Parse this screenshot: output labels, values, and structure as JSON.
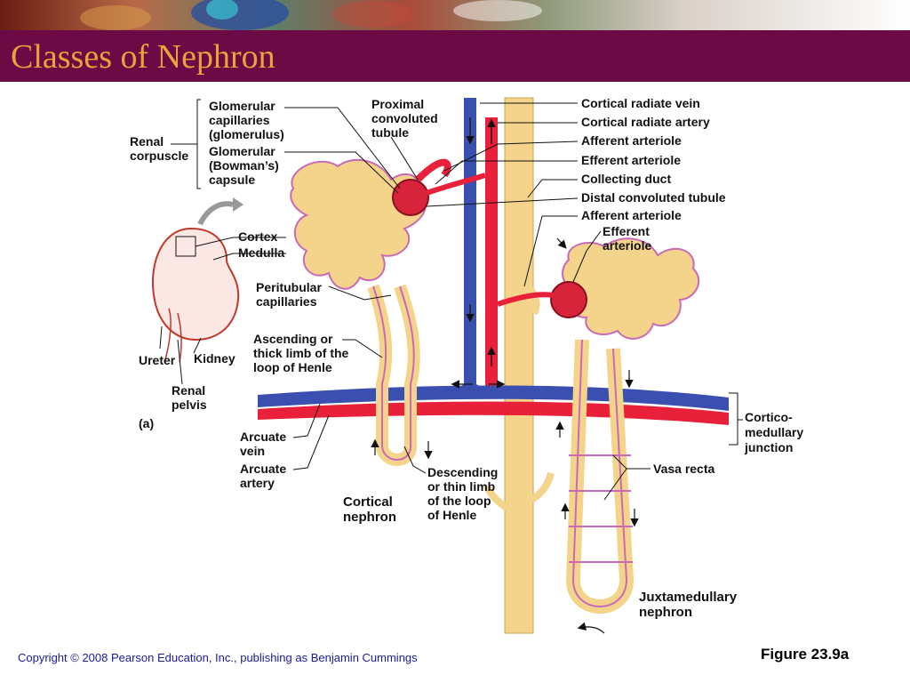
{
  "slide": {
    "title": "Classes of Nephron",
    "copyright": "Copyright © 2008 Pearson Education, Inc., publishing as Benjamin Cummings",
    "figure_ref": "Figure 23.9a"
  },
  "colors": {
    "title_bar": "#6b0a45",
    "title_text": "#e8a33a",
    "artery": "#e8203a",
    "vein": "#3b4fb0",
    "tubule": "#f3d48a",
    "capillary": "#c86ab8"
  },
  "diagram": {
    "panel_label": "(a)",
    "kidney": {
      "renal_corpuscle": "Renal\ncorpuscle",
      "glomerular_capillaries": "Glomerular\ncapillaries\n(glomerulus)",
      "glomerular_capsule": "Glomerular\n(Bowman’s)\ncapsule",
      "cortex": "Cortex",
      "medulla": "Medulla",
      "ureter": "Ureter",
      "kidney": "Kidney",
      "renal_pelvis": "Renal\npelvis"
    },
    "labels": {
      "proximal_tubule": "Proximal\nconvoluted\ntubule",
      "peritubular_capillaries": "Peritubular\ncapillaries",
      "ascending_limb": "Ascending or\nthick limb of the\nloop of Henle",
      "arcuate_vein": "Arcuate\nvein",
      "arcuate_artery": "Arcuate\nartery",
      "descending_limb": "Descending\nor thin limb\nof the loop\nof Henle",
      "cortical_nephron": "Cortical\nnephron",
      "cortical_radiate_vein": "Cortical radiate vein",
      "cortical_radiate_artery": "Cortical radiate artery",
      "afferent_arteriole_1": "Afferent arteriole",
      "efferent_arteriole_1": "Efferent arteriole",
      "collecting_duct": "Collecting duct",
      "distal_tubule": "Distal convoluted tubule",
      "afferent_arteriole_2": "Afferent arteriole",
      "efferent_arteriole_2": "Efferent\narteriole",
      "cortico_medullary_junction": "Cortico-\nmedullary\njunction",
      "vasa_recta": "Vasa recta",
      "juxtamedullary_nephron": "Juxtamedullary\nnephron"
    }
  }
}
